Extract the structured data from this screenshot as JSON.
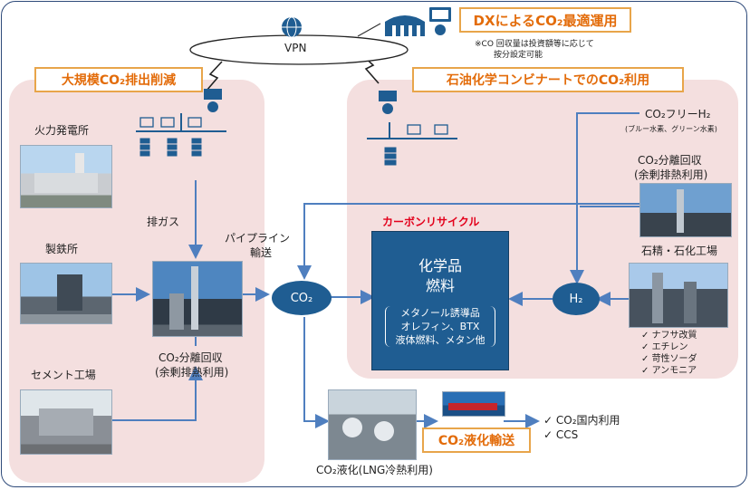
{
  "title_dx": "DXによるCO₂最適運用",
  "dx_note_1": "※CO 回収量は投資額等に応じて",
  "dx_note_2": "按分設定可能",
  "vpn": "VPN",
  "left_title": "大規模CO₂排出削減",
  "right_title": "石油化学コンビナートでのCO₂利用",
  "sources": [
    "火力発電所",
    "製鉄所",
    "セメント工場"
  ],
  "exhaust": "排ガス",
  "capture_left_1": "CO₂分離回収",
  "capture_left_2": "(余剰排熱利用)",
  "pipeline_1": "パイプライン",
  "pipeline_2": "輸送",
  "co2_node": "CO₂",
  "carbon_recycle": "カーボンリサイクル",
  "product_title_1": "化学品",
  "product_title_2": "燃料",
  "product_items": [
    "メタノール誘導品",
    "オレフィン、BTX",
    "液体燃料、メタン他"
  ],
  "h2_node": "H₂",
  "co2_free_h2": "CO₂フリーH₂",
  "co2_free_h2_sub": "(ブルー水素、グリーン水素)",
  "capture_right_1": "CO₂分離回収",
  "capture_right_2": "(余剰排熱利用)",
  "refinery": "石精・石化工場",
  "refinery_items": [
    "ナフサ改質",
    "エチレン",
    "苛性ソーダ",
    "アンモニア"
  ],
  "liquefaction_label": "CO₂液化(LNG冷熱利用)",
  "liquefaction_transport": "CO₂液化輸送",
  "destinations": [
    "CO₂国内利用",
    "CCS"
  ],
  "colors": {
    "accent_orange": "#e36c0a",
    "node_blue": "#1f5d92",
    "arrow_blue": "#4f7fbf",
    "panel_pink": "#f4dfdf",
    "recycle_red": "#e3001b"
  }
}
